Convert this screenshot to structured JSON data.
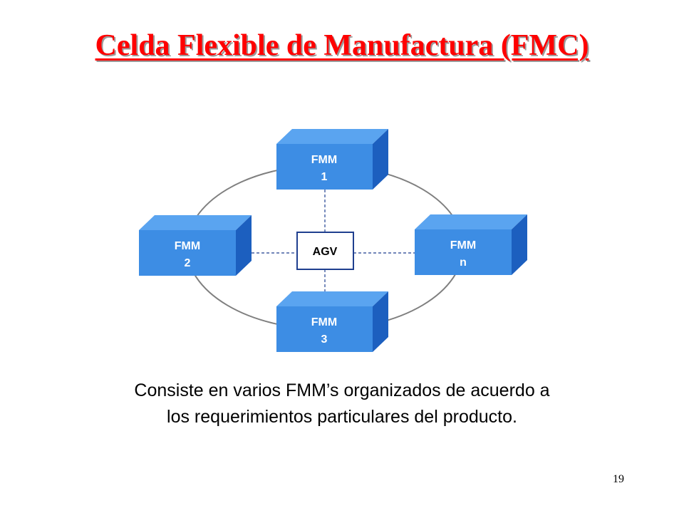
{
  "title": "Celda Flexible de Manufactura (FMC)",
  "diagram": {
    "nodes": [
      {
        "id": "fmm-1",
        "line1": "FMM",
        "line2": "1"
      },
      {
        "id": "fmm-2",
        "line1": "FMM",
        "line2": "2"
      },
      {
        "id": "fmm-n",
        "line1": "FMM",
        "line2": "n"
      },
      {
        "id": "fmm-3",
        "line1": "FMM",
        "line2": "3"
      }
    ],
    "center": {
      "label": "AGV"
    },
    "colors": {
      "box_front": "#3d8de4",
      "box_top": "#5aa4f0",
      "box_side": "#1c5fbf",
      "ring": "#7f7f7f",
      "dash": "#1f3f8f"
    }
  },
  "description": {
    "line1": "Consiste en varios FMM’s organizados de acuerdo a",
    "line2": "los requerimientos particulares del producto."
  },
  "page_number": "19"
}
